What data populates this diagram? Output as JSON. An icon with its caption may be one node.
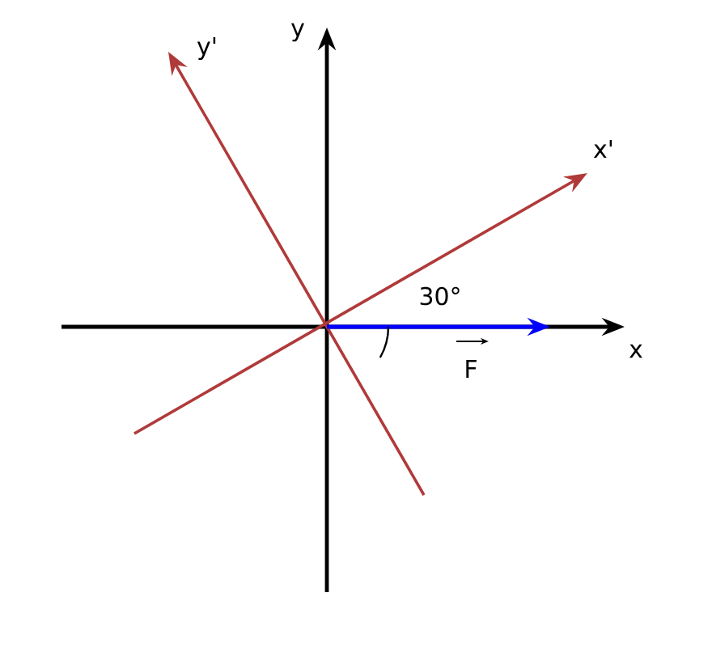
{
  "diagram": {
    "labels": [
      "y'",
      "y",
      "x'",
      "30°",
      "x",
      "F"
    ]
  }
}
